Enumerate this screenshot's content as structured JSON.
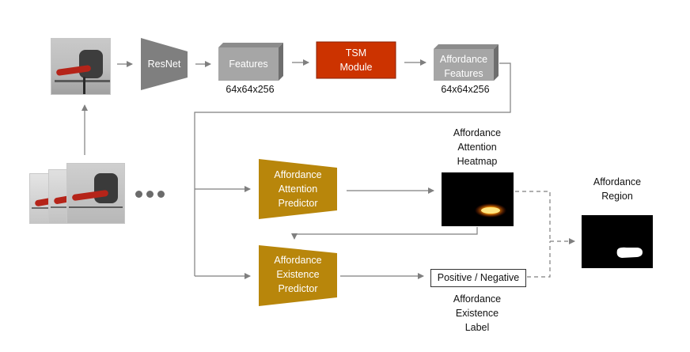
{
  "blocks": {
    "resnet": "ResNet",
    "features": "Features",
    "tsm": "TSM\nModule",
    "affordance_features": "Affordance\nFeatures",
    "attention_predictor": "Affordance\nAttention\nPredictor",
    "existence_predictor": "Affordance\nExistence\nPredictor"
  },
  "dims": {
    "features": "64x64x256",
    "affordance_features": "64x64x256"
  },
  "labels": {
    "heatmap": "Affordance\nAttention\nHeatmap",
    "region": "Affordance\nRegion",
    "existence_label": "Affordance\nExistence\nLabel",
    "positive_negative": "Positive / Negative"
  },
  "colors": {
    "resnet": "#7f7f7f",
    "features": "#a6a6a6",
    "tsm": "#cc3300",
    "predictor": "#b8860b",
    "arrow": "#7f7f7f"
  }
}
